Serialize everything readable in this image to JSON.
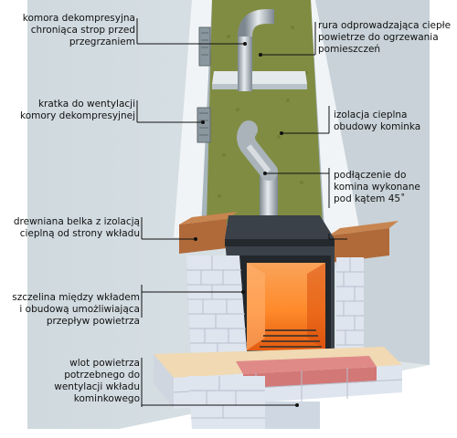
{
  "labels": {
    "komora": [
      "komora dekompresyjna",
      "chroniąca strop przed",
      "przegrzaniem"
    ],
    "kratka": [
      "kratka do wentylacji",
      "komory dekompresyjnej"
    ],
    "belka": [
      "drewniana belka z izolacją",
      "cieplną od strony wkładu"
    ],
    "szczelina": [
      "szczelina między wkładem",
      "i obudową umożliwiająca",
      "przepływ powietrza"
    ],
    "wlot": [
      "wlot powietrza",
      "potrzebnego do",
      "wentylacji wkładu",
      "kominkowego"
    ],
    "rura": [
      "rura odprowadzająca ciepłe",
      "powietrze do ogrzewania",
      "pomieszczeń"
    ],
    "izolacja": [
      "izolacja cieplna",
      "obudowy kominka"
    ],
    "podlaczenie": [
      "podłączenie do",
      "komina wykonane",
      "pod kątem 45˚"
    ]
  },
  "colors": {
    "wall": "#d5dee3",
    "insulation": "#7e8a3a",
    "brick_gray": "#dfe5ef",
    "brick_red": "#e08a88",
    "wood": "#b06a3a",
    "fire": "#f07a22"
  }
}
